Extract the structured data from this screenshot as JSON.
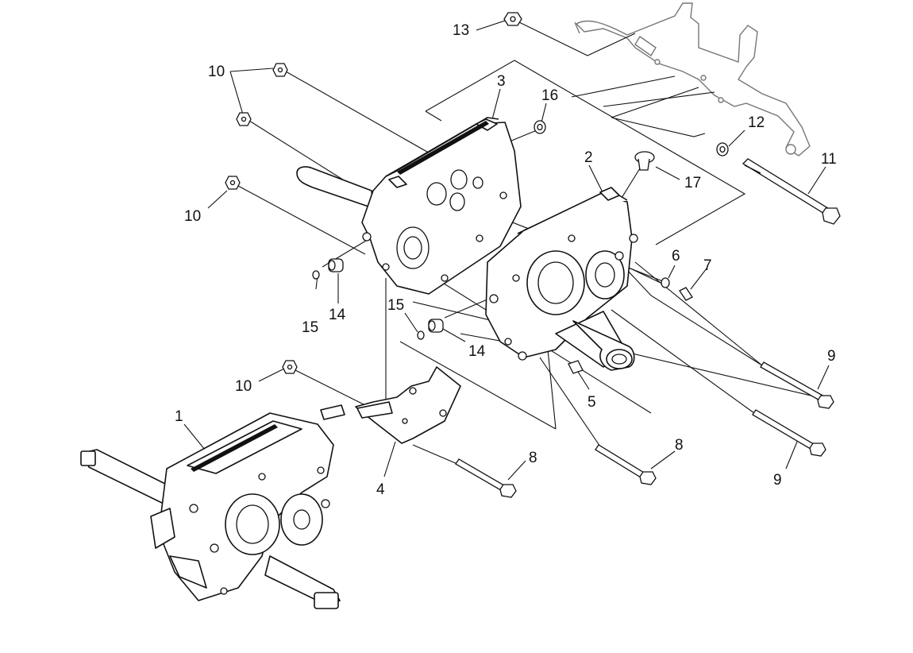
{
  "callouts": {
    "c1": "1",
    "c2": "2",
    "c3": "3",
    "c4": "4",
    "c5": "5",
    "c6": "6",
    "c7": "7",
    "c8a": "8",
    "c8b": "8",
    "c9a": "9",
    "c9b": "9",
    "c10a": "10",
    "c10b": "10",
    "c10c": "10",
    "c11": "11",
    "c12": "12",
    "c13": "13",
    "c14a": "14",
    "c14b": "14",
    "c15a": "15",
    "c15b": "15",
    "c16": "16",
    "c17": "17"
  }
}
